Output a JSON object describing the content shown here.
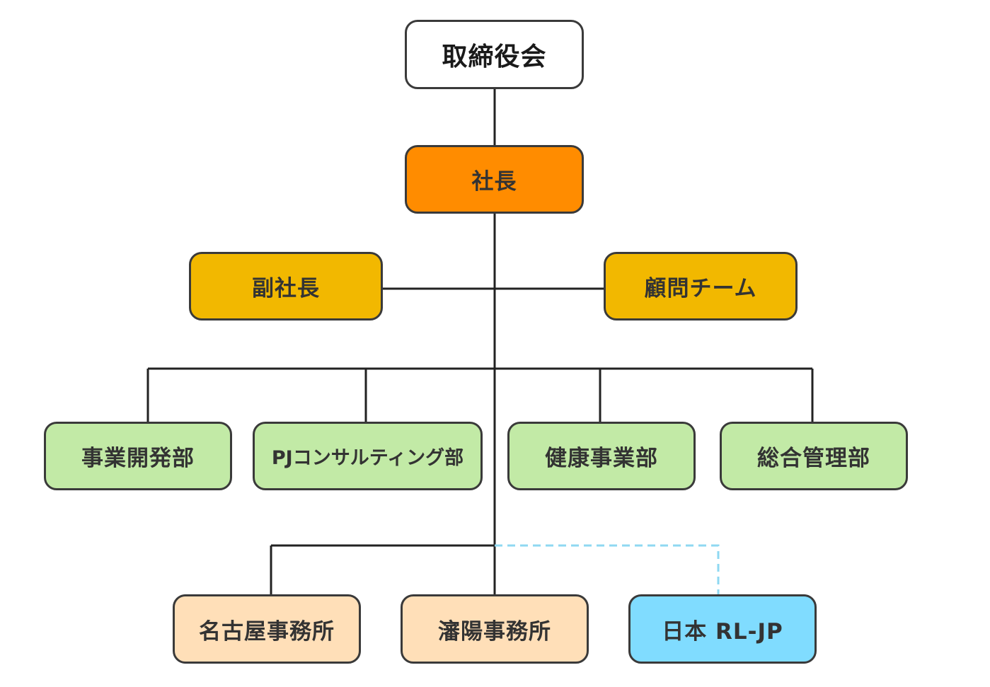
{
  "colors": {
    "line": "#222222",
    "dashed_line": "#8fd8f2",
    "border": "#3a3a3a",
    "board_fill": "#ffffff",
    "president_fill": "#ff8c00",
    "executive_fill": "#f2b800",
    "department_fill": "#c2eaa6",
    "office_fill": "#ffdfb8",
    "partner_fill": "#80dcff"
  },
  "nodes": {
    "board": {
      "label": "取締役会"
    },
    "president": {
      "label": "社長"
    },
    "vice_president": {
      "label": "副社長"
    },
    "advisory_team": {
      "label": "顧問チーム"
    },
    "departments": [
      {
        "label": "事業開発部"
      },
      {
        "label": "PJコンサルティング部"
      },
      {
        "label": "健康事業部"
      },
      {
        "label": "総合管理部"
      }
    ],
    "offices": [
      {
        "label": "名古屋事務所"
      },
      {
        "label": "瀋陽事務所"
      }
    ],
    "partner": {
      "label": "日本 RL-JP"
    }
  }
}
